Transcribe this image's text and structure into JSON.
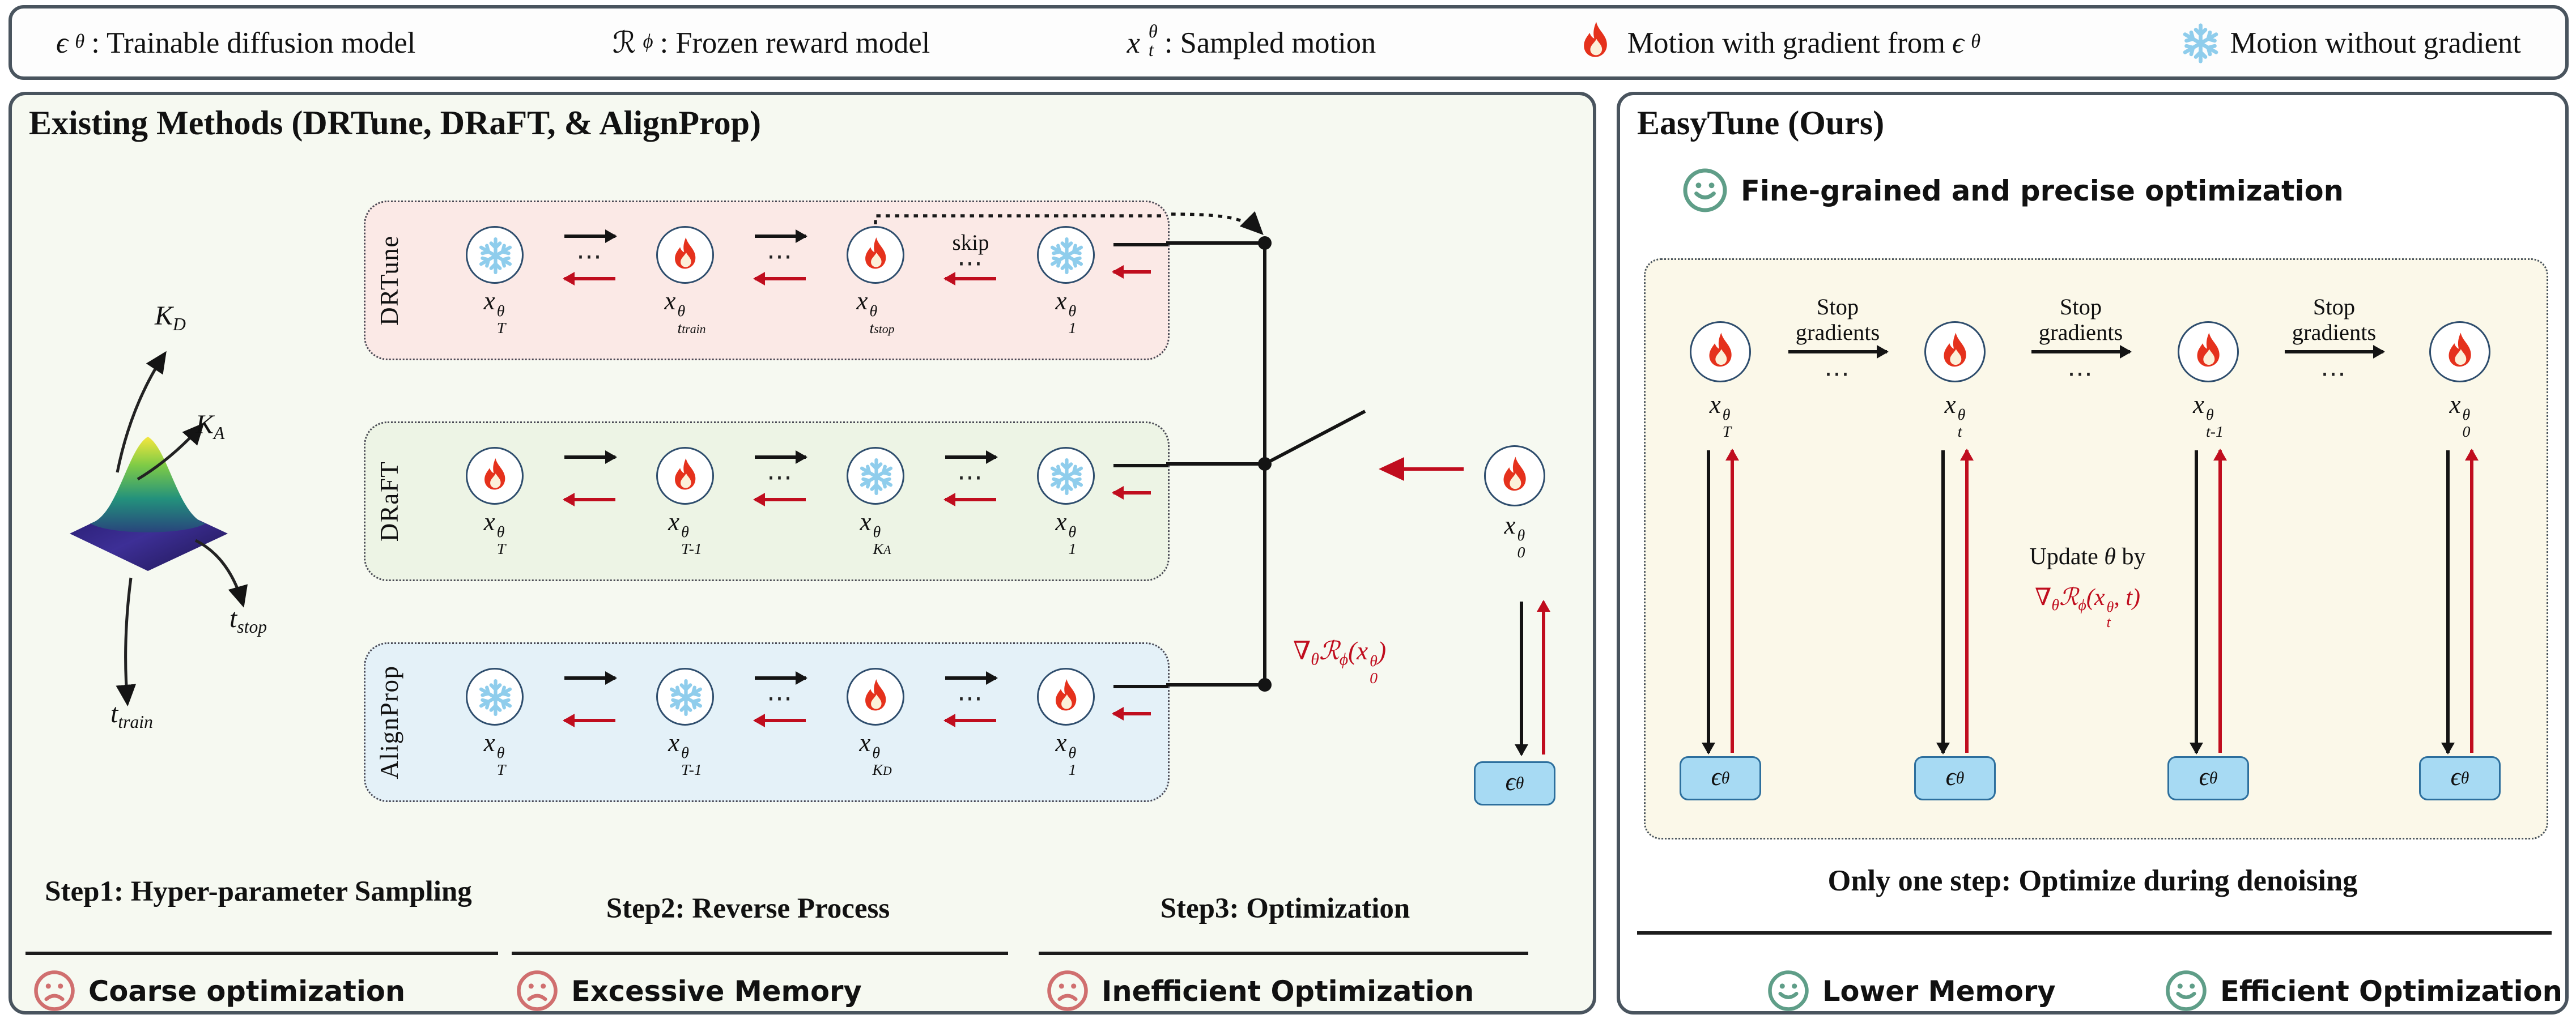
{
  "symbols": {
    "dots": "⋯",
    "skip_note": "skip"
  },
  "eps": {
    "sym": "ϵ",
    "sub": "θ"
  },
  "legend": {
    "trainable": {
      "desc": ": Trainable diffusion model"
    },
    "reward": {
      "sym": "ℛ",
      "sub": "ϕ",
      "desc": ": Frozen reward model"
    },
    "sampled": {
      "base": "x",
      "sup": "θ",
      "sub": "t",
      "desc": ": Sampled motion"
    },
    "with_grad": {
      "desc": "Motion with gradient from "
    },
    "without_grad": {
      "desc": "Motion without gradient"
    }
  },
  "left": {
    "title": "Existing Methods (DRTune, DRaFT, & AlignProp)",
    "hyper": {
      "kd": {
        "base": "K",
        "sub": "D"
      },
      "ka": {
        "base": "K",
        "sub": "A"
      },
      "tstop": {
        "base": "t",
        "sub": "stop"
      },
      "ttrain": {
        "base": "t",
        "sub": "train"
      }
    },
    "rows": [
      {
        "name": "DRTune",
        "nodes": [
          {
            "icon": "snowflake",
            "base": "x",
            "sup": "θ",
            "sub": "T"
          },
          {
            "icon": "fire",
            "base": "x",
            "sup": "θ",
            "sub": "t",
            "subsub": "train"
          },
          {
            "icon": "fire",
            "base": "x",
            "sup": "θ",
            "sub": "t",
            "subsub": "stop"
          },
          {
            "icon": "snowflake",
            "base": "x",
            "sup": "θ",
            "sub": "1"
          }
        ]
      },
      {
        "name": "DRaFT",
        "nodes": [
          {
            "icon": "fire",
            "base": "x",
            "sup": "θ",
            "sub": "T"
          },
          {
            "icon": "fire",
            "base": "x",
            "sup": "θ",
            "sub": "T-1"
          },
          {
            "icon": "snowflake",
            "base": "x",
            "sup": "θ",
            "sub": "K",
            "subsub": "A"
          },
          {
            "icon": "snowflake",
            "base": "x",
            "sup": "θ",
            "sub": "1"
          }
        ]
      },
      {
        "name": "AlignProp",
        "nodes": [
          {
            "icon": "snowflake",
            "base": "x",
            "sup": "θ",
            "sub": "T"
          },
          {
            "icon": "snowflake",
            "base": "x",
            "sup": "θ",
            "sub": "T-1"
          },
          {
            "icon": "fire",
            "base": "x",
            "sup": "θ",
            "sub": "K",
            "subsub": "D"
          },
          {
            "icon": "fire",
            "base": "x",
            "sup": "θ",
            "sub": "1"
          }
        ]
      }
    ],
    "x0": {
      "base": "x",
      "sup": "θ",
      "sub": "0"
    },
    "grad_formula": {
      "nabla": "∇",
      "nabla_sub": "θ",
      "r": "ℛ",
      "r_sub": "ϕ",
      "open": "(",
      "var": "x",
      "var_sup": "θ",
      "var_sub": "0",
      "close": ")"
    },
    "steps": [
      "Step1: Hyper-parameter Sampling",
      "Step2: Reverse Process",
      "Step3: Optimization"
    ],
    "cons": [
      "Coarse optimization",
      "Excessive Memory",
      "Inefficient Optimization"
    ]
  },
  "right": {
    "title": "EasyTune (Ours)",
    "tagline": "Fine-grained and precise optimization",
    "stop": {
      "l1": "Stop",
      "l2": "gradients"
    },
    "nodes": [
      {
        "base": "x",
        "sup": "θ",
        "sub": "T"
      },
      {
        "base": "x",
        "sup": "θ",
        "sub": "t"
      },
      {
        "base": "x",
        "sup": "θ",
        "sub": "t-1"
      },
      {
        "base": "x",
        "sup": "θ",
        "sub": "0"
      }
    ],
    "update": {
      "pre": "Update ",
      "theta": "θ",
      "post": " by"
    },
    "formula": {
      "nabla": "∇",
      "nabla_sub": "θ",
      "r": "ℛ",
      "r_sub": "ϕ",
      "open": "(",
      "var": "x",
      "var_sup": "θ",
      "var_sub": "t",
      "close": ", t)"
    },
    "bottom": "Only one step: Optimize during denoising",
    "pros": [
      "Lower Memory",
      "Efficient Optimization"
    ]
  }
}
